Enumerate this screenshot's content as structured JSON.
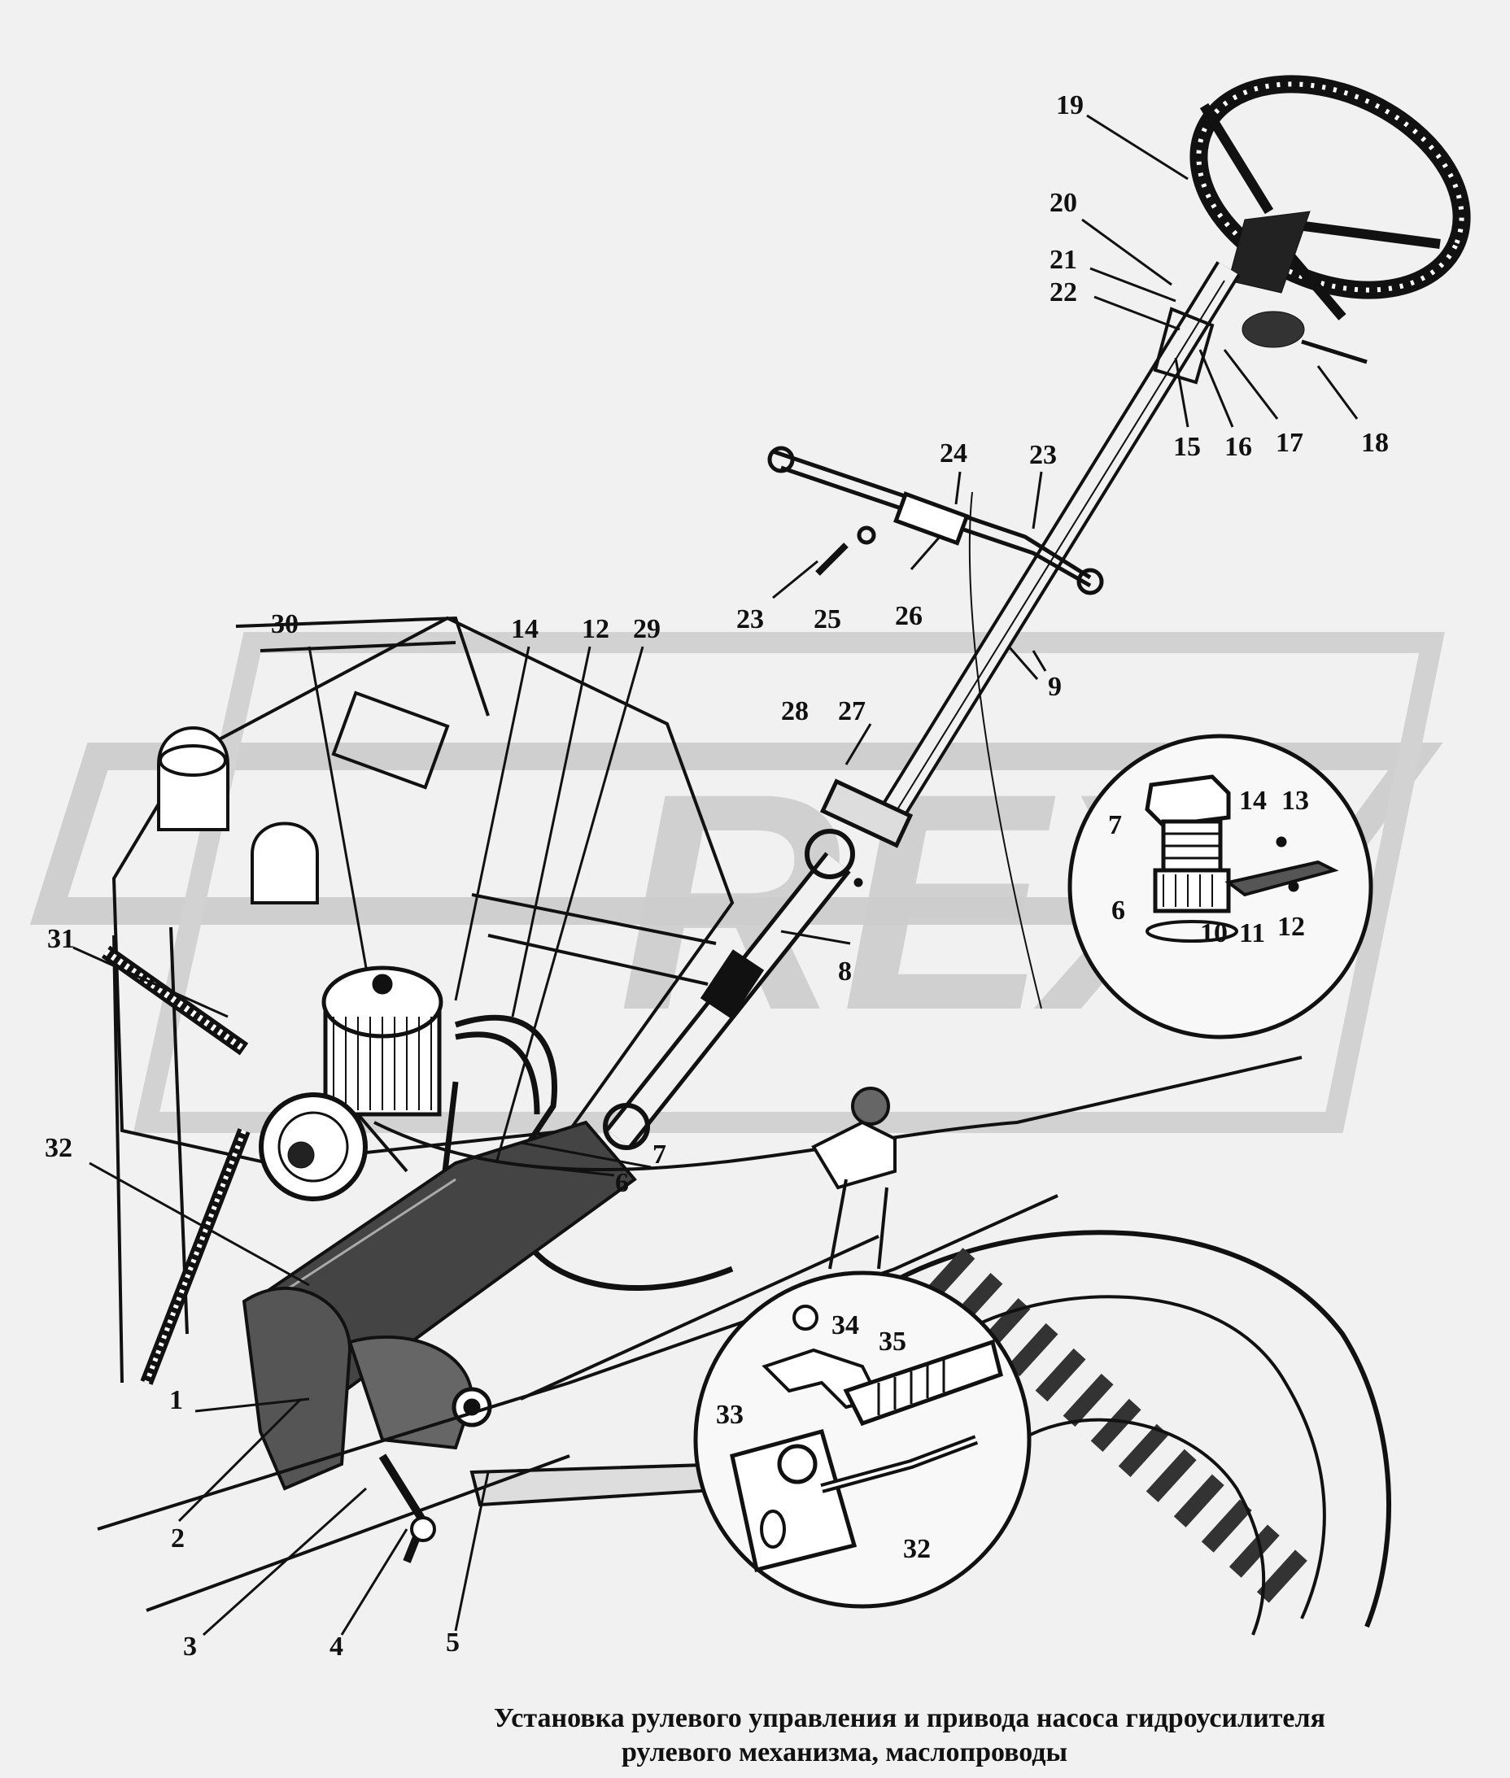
{
  "watermark": {
    "text": "REX"
  },
  "callouts": {
    "c1": "1",
    "c2": "2",
    "c3": "3",
    "c4": "4",
    "c5": "5",
    "c6": "6",
    "c7": "7",
    "c8": "8",
    "c9": "9",
    "c12": "12",
    "c14": "14",
    "c15": "15",
    "c16": "16",
    "c17": "17",
    "c18": "18",
    "c19": "19",
    "c20": "20",
    "c21": "21",
    "c22": "22",
    "c23a": "23",
    "c23b": "23",
    "c24": "24",
    "c25": "25",
    "c26": "26",
    "c27": "27",
    "c28": "28",
    "c29": "29",
    "c30": "30",
    "c31": "31",
    "c32": "32"
  },
  "inset_top": {
    "c6": "6",
    "c7": "7",
    "c10": "10",
    "c11": "11",
    "c12": "12",
    "c13": "13",
    "c14": "14"
  },
  "inset_bottom": {
    "c32": "32",
    "c33": "33",
    "c34": "34",
    "c35": "35"
  },
  "caption": {
    "line1": "Установка рулевого управления и привода насоса гидроусилителя",
    "line2": "рулевого механизма, маслопроводы"
  },
  "colors": {
    "background": "#f1f1f1",
    "ink": "#111111",
    "watermark": "#c8c8c8"
  }
}
